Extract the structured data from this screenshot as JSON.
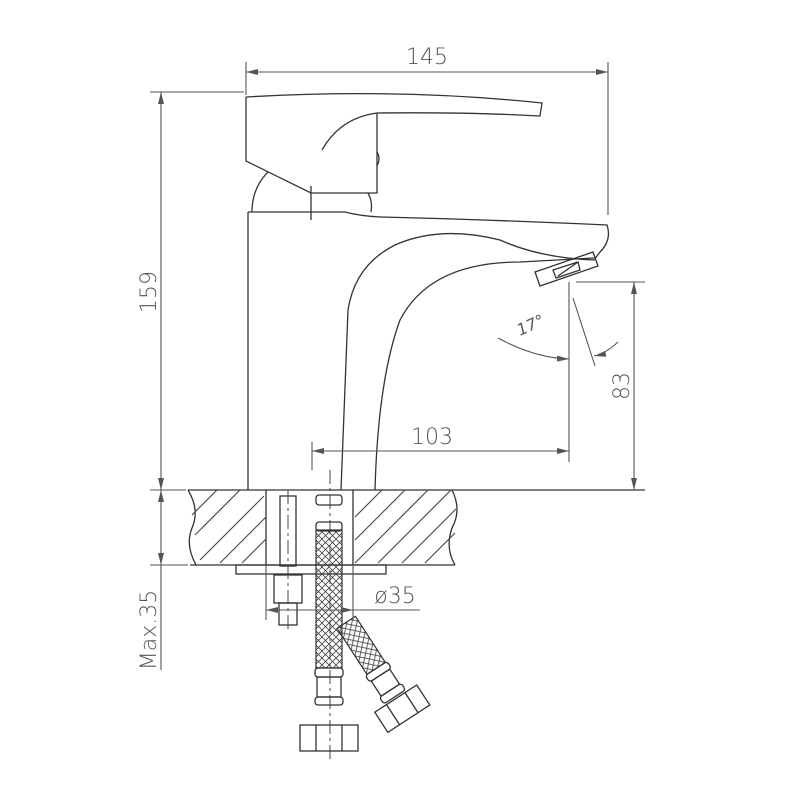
{
  "drawing": {
    "subject": "Single-lever basin faucet technical drawing",
    "dimensions": {
      "overall_width": "145",
      "overall_height": "159",
      "spout_height": "83",
      "spout_reach": "103",
      "outlet_angle": "17°",
      "mount_hole_diameter": "ø35",
      "max_counter_thickness": "Max.35"
    }
  },
  "colors": {
    "line": "#333333",
    "dimension": "#555555",
    "background": "#ffffff"
  }
}
